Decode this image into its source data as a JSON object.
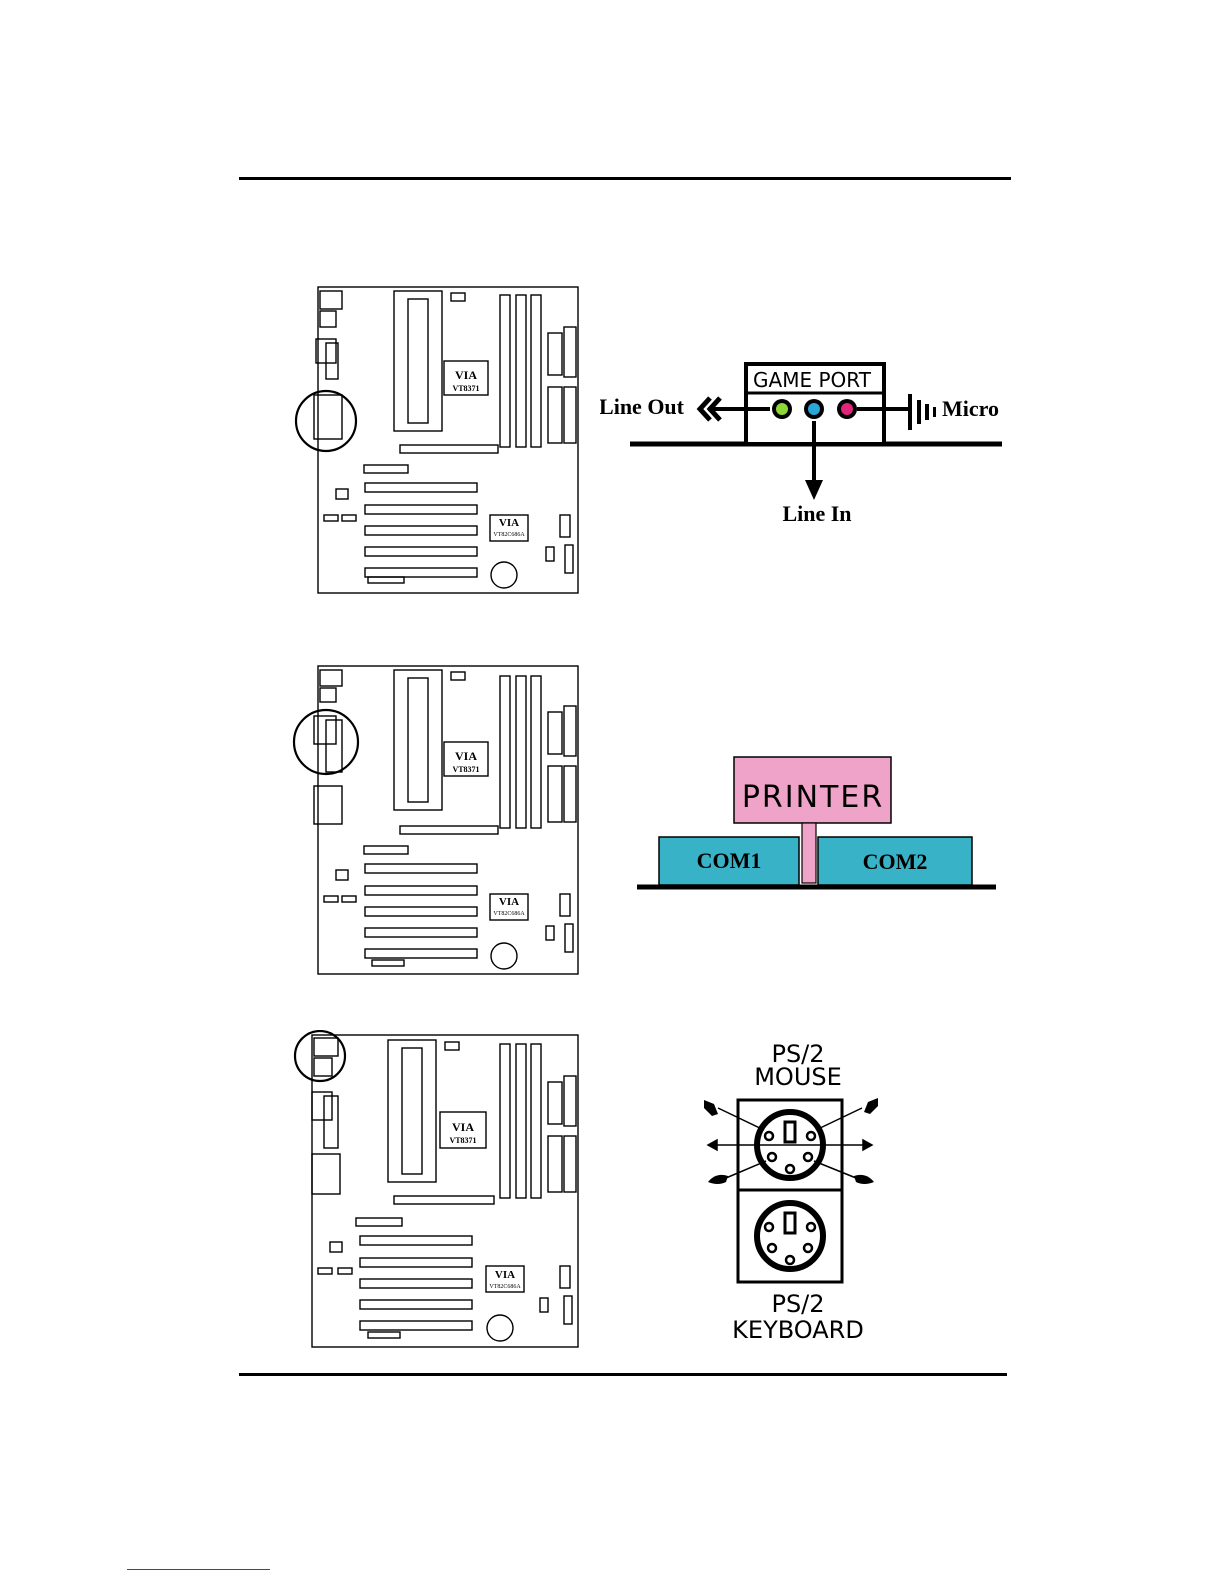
{
  "page": {
    "colors": {
      "ink": "#000000",
      "printer": "#f0a3c8",
      "com": "#37b2c6",
      "jack_green": "#8fd63a",
      "jack_blue": "#2aa7d8",
      "jack_pink": "#e0267a"
    }
  },
  "board": {
    "north_bridge": {
      "brand": "VIA",
      "model": "VT8371"
    },
    "south_bridge": {
      "brand": "VIA",
      "model": "VT82C686A"
    }
  },
  "figure_audio": {
    "game_port_label": "GAME PORT",
    "line_out_label": "Line Out",
    "line_in_label": "Line In",
    "micro_label": "Micro"
  },
  "figure_ports": {
    "printer_label": "PRINTER",
    "com1_label": "COM1",
    "com2_label": "COM2"
  },
  "figure_ps2": {
    "mouse_label_1": "PS/2",
    "mouse_label_2": "MOUSE",
    "keyboard_label_1": "PS/2",
    "keyboard_label_2": "KEYBOARD"
  }
}
